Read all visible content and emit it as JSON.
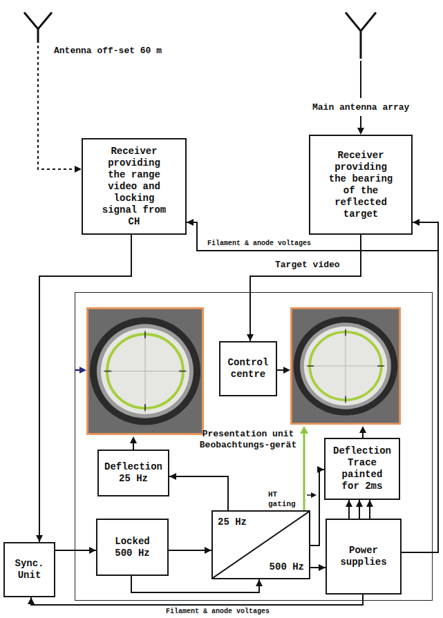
{
  "diagram": {
    "nodes": [
      {
        "text": [
          "Receiver providing the range video and locking signal from CH"
        ]
      },
      {
        "text": [
          "Receiver providing the bearing of the reflected target"
        ]
      },
      {
        "text": [
          "Presentation unit Beobachtungs-gerät"
        ]
      },
      {
        "text": [
          "Control centre"
        ],
        "in": 2
      },
      {
        "text": [
          "Deflection 25 Hz"
        ],
        "in": 2
      },
      {
        "text": [
          "Deflection Trace painted for 2ms"
        ],
        "in": 2
      },
      {
        "text": [
          "Locked 500 Hz"
        ],
        "in": 2
      },
      {
        "text": [
          "25 Hz",
          "500 Hz"
        ],
        "in": 2
      },
      {
        "text": [
          "Power supplies"
        ],
        "in": 2
      },
      {
        "text": [
          "Sync. Unit"
        ]
      }
    ],
    "edges": [
      {
        "from": 0,
        "to": 9,
        "arrow": "to"
      },
      {
        "from": 1,
        "to": 3,
        "arrow": "to"
      },
      {
        "from": 8,
        "to": 1,
        "arrow": "to"
      },
      {
        "from": 8,
        "to": 0,
        "arrow": "to"
      },
      {
        "from": 9,
        "to": 6,
        "arrow": "to"
      },
      {
        "from": 6,
        "to": 7,
        "arrow": "to"
      },
      {
        "from": 6,
        "to": 7,
        "arrow": "to"
      },
      {
        "from": 7,
        "to": 4,
        "arrow": "to"
      },
      {
        "from": 7,
        "to": 5,
        "arrow": "to"
      },
      {
        "from": 7,
        "to": 8,
        "arrow": "to"
      },
      {
        "from": 8,
        "to": 5,
        "arrow": "to"
      },
      {
        "from": 8,
        "to": 9,
        "arrow": "to"
      }
    ],
    "labels": [
      "Antenna off-set 60 m",
      "Main antenna array",
      "Filament & anode voltages",
      "Target video",
      "HT gating",
      "Filament & anode voltages"
    ]
  }
}
